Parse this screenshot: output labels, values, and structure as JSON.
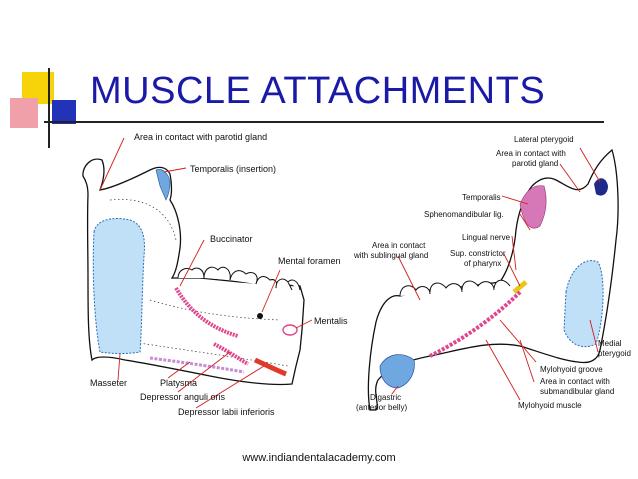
{
  "slide": {
    "title": "MUSCLE ATTACHMENTS",
    "footer": "www.indiandentalacademy.com"
  },
  "colors": {
    "title": "#1a1aa6",
    "leader_lines": "#d21e1e",
    "muscle_pink": "#e0468c",
    "area_blue": "#6fa8e0",
    "lateral_pterygoid_navy": "#1f2a8a"
  },
  "lateral_view": {
    "labels": {
      "parotid": "Area in contact with parotid gland",
      "temporalis": "Temporalis (insertion)",
      "buccinator": "Buccinator",
      "mental_foramen": "Mental foramen",
      "mentalis": "Mentalis",
      "masseter": "Masseter",
      "platysma": "Platysma",
      "depressor_anguli": "Depressor anguli oris",
      "depressor_labii": "Depressor labii inferioris"
    }
  },
  "medial_view": {
    "labels": {
      "lateral_pterygoid": "Lateral pterygoid",
      "parotid_1": "Area in contact with",
      "parotid_2": "parotid gland",
      "temporalis": "Temporalis",
      "sphenomandibular": "Sphenomandibular lig.",
      "lingual_nerve": "Lingual nerve",
      "sup_constrictor_1": "Sup. constrictor",
      "sup_constrictor_2": "of pharynx",
      "sublingual_1": "Area in contact",
      "sublingual_2": "with sublingual gland",
      "medial_pterygoid_1": "Medial",
      "medial_pterygoid_2": "pterygoid",
      "mylohyoid_groove": "Mylohyoid groove",
      "submandibular_1": "Area in contact with",
      "submandibular_2": "submandibular gland",
      "mylohyoid_muscle": "Mylohyoid muscle",
      "digastric_1": "Digastric",
      "digastric_2": "(anterior belly)"
    }
  }
}
